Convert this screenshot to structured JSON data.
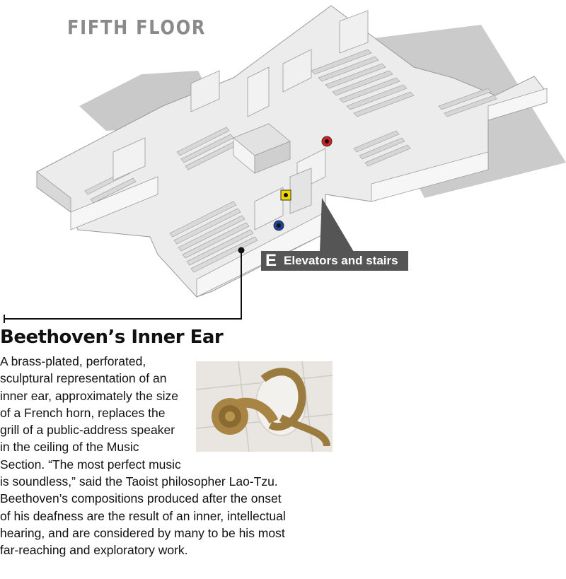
{
  "floor_title": "FIFTH FLOOR",
  "elevators": {
    "letter": "E",
    "label": "Elevators and stairs"
  },
  "feature": {
    "title": "Beethoven’s Inner Ear",
    "body": "A brass-plated, perforated, sculptural representation of an inner ear, approximately the size of a French horn, replaces the grill of a public-address speaker in the ceiling of the Music Section. “The most perfect music is soundless,” said the Taoist philosopher Lao-Tzu. Beethoven’s compositions produced after the onset of his deafness are the result of an inner, intellectual hearing, and are considered by many to be his most far-reaching and exploratory work."
  },
  "markers": [
    {
      "name": "red-marker",
      "color": "#d42020"
    },
    {
      "name": "yellow-marker",
      "color": "#f2d600"
    },
    {
      "name": "blue-marker",
      "color": "#1f3f9e"
    },
    {
      "name": "black-marker",
      "color": "#111111"
    }
  ],
  "colors": {
    "floor": "#ececec",
    "wall_top": "#d5d5d5",
    "wall_front": "#f6f6f6",
    "wall_side": "#c4c4c4",
    "callout": "#555555"
  }
}
